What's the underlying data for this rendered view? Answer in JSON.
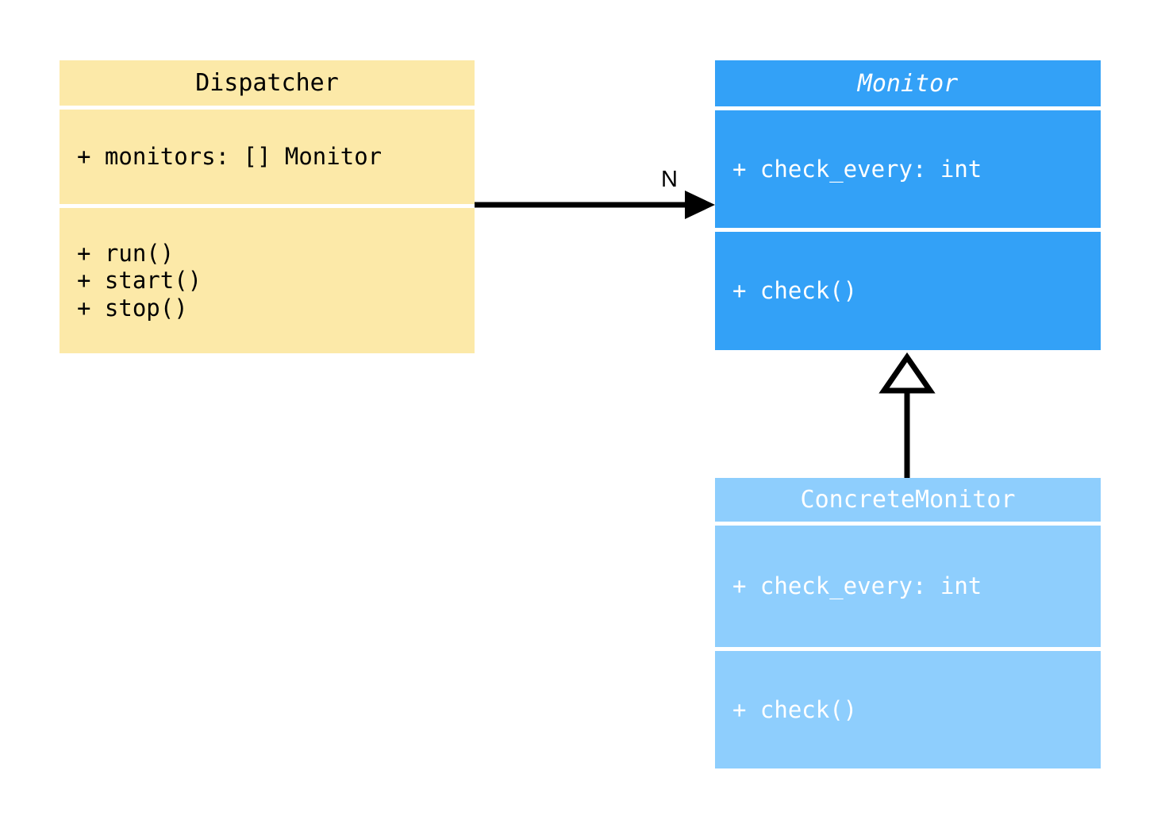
{
  "diagram": {
    "type": "uml-class-diagram",
    "background": "#ffffff"
  },
  "classes": {
    "dispatcher": {
      "name": "Dispatcher",
      "stereotype": "concrete",
      "fill": "#fce9a8",
      "text_color": "#000000",
      "attributes": "+ monitors: [] Monitor",
      "methods": "+ run()\n+ start()\n+ stop()"
    },
    "monitor": {
      "name": "Monitor",
      "stereotype": "abstract",
      "fill": "#33a1f7",
      "text_color": "#ffffff",
      "attributes": "+ check_every: int",
      "methods": "+ check()"
    },
    "concrete_monitor": {
      "name": "ConcreteMonitor",
      "stereotype": "concrete",
      "fill": "#8ecefd",
      "text_color": "#ffffff",
      "attributes": "+ check_every: int",
      "methods": "+ check()"
    }
  },
  "relationships": {
    "association": {
      "kind": "association",
      "from": "Dispatcher",
      "to": "Monitor",
      "arrowhead": "solid-filled-triangle",
      "multiplicity_label": "N"
    },
    "generalization": {
      "kind": "generalization",
      "from": "ConcreteMonitor",
      "to": "Monitor",
      "arrowhead": "hollow-triangle",
      "multiplicity_label": ""
    }
  }
}
